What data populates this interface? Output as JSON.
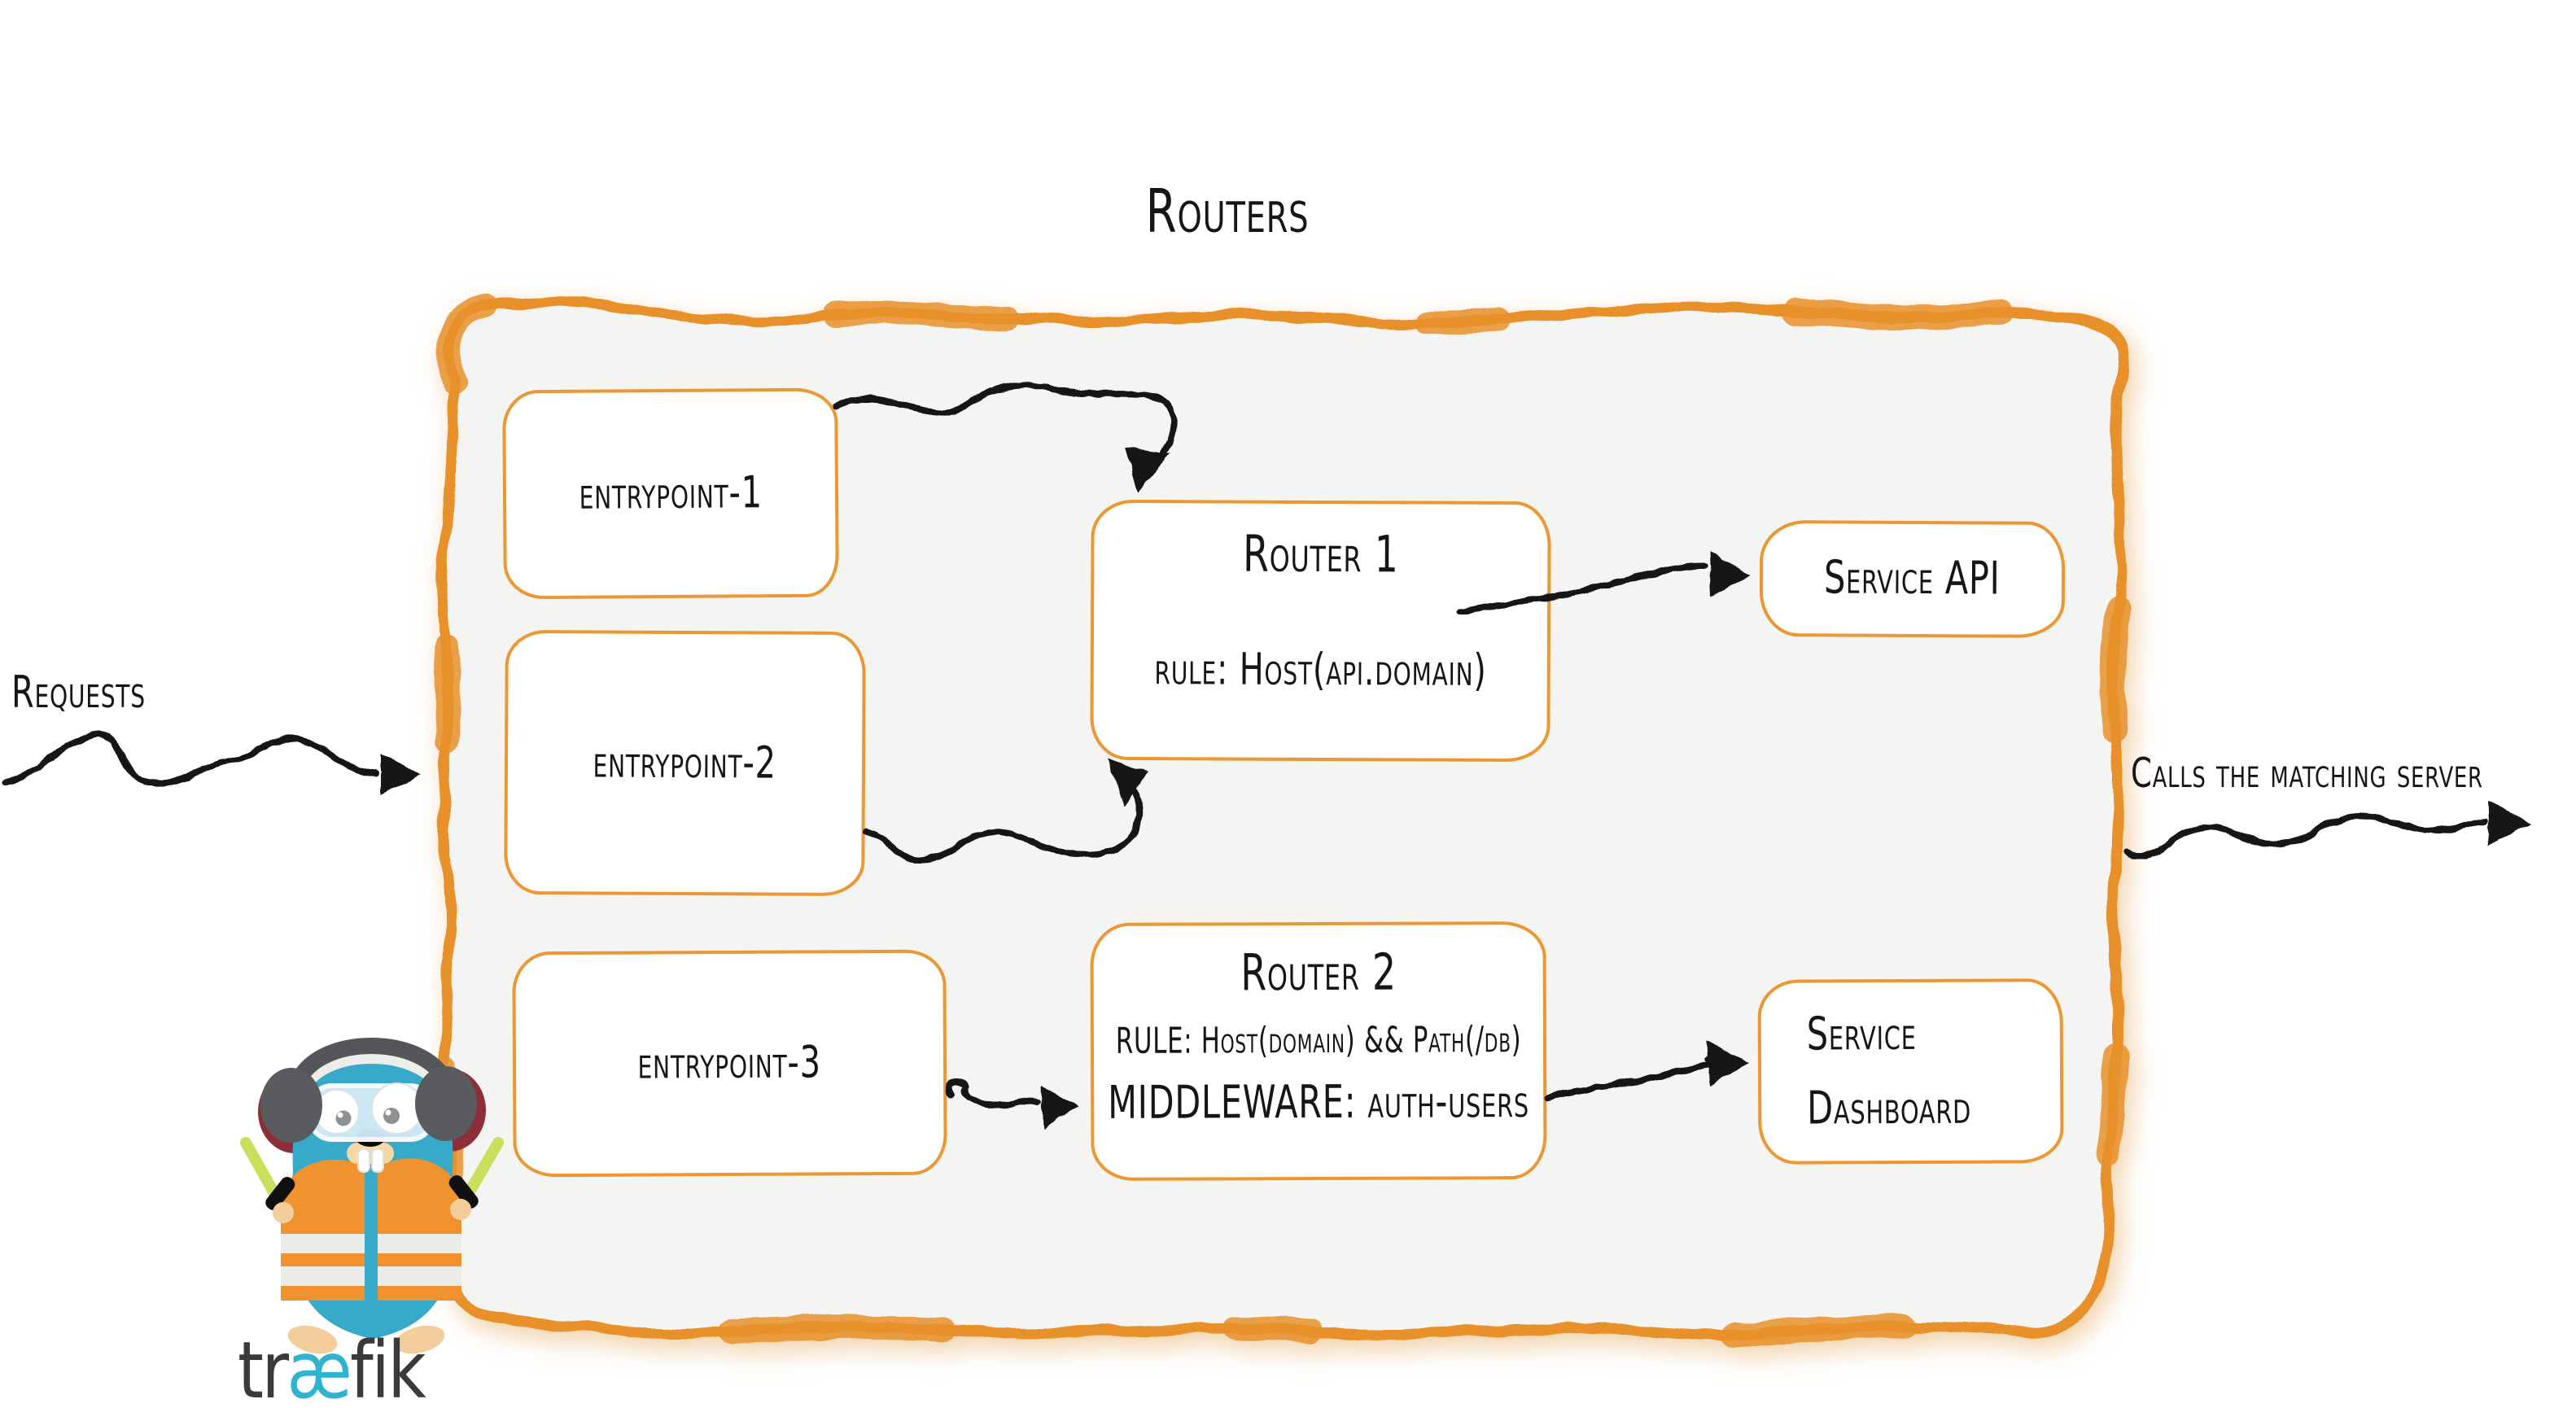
{
  "page": {
    "title": "Routers"
  },
  "labels": {
    "requests": "Requests",
    "calls": "Calls the matching server"
  },
  "entrypoints": [
    {
      "label": "entrypoint-1"
    },
    {
      "label": "entrypoint-2"
    },
    {
      "label": "entrypoint-3"
    }
  ],
  "routers": [
    {
      "title": "Router 1",
      "rule": "rule: Host(api.domain)"
    },
    {
      "title": "Router 2",
      "rule": "RULE: Host(domain) && Path(/db)",
      "middleware": "MIDDLEWARE: auth-users"
    }
  ],
  "services": [
    {
      "label": "Service API"
    },
    {
      "line1": "Service",
      "line2": "Dashboard"
    }
  ],
  "brand": {
    "wordmark_pre": "tr",
    "wordmark_mid": "æ",
    "wordmark_post": "fik"
  },
  "colors": {
    "accent_orange": "#E8912A",
    "box_border_orange": "#EC9733",
    "panel_gray": "#F4F4F3",
    "ink_black": "#171513",
    "gopher_teal": "#36AAC8",
    "wordmark_teal": "#2FB3CE",
    "vest_orange": "#F0922F"
  }
}
